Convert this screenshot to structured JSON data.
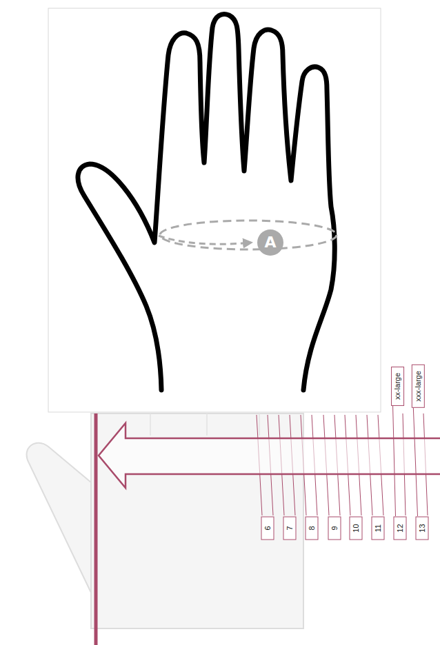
{
  "diagram": {
    "nodes": [
      {
        "text": [
          "A"
        ]
      },
      {
        "text": [
          "xx-large"
        ]
      },
      {
        "text": [
          "xxx-large"
        ]
      },
      {
        "text": [
          "6"
        ]
      },
      {
        "text": [
          "7"
        ]
      },
      {
        "text": [
          "8"
        ]
      },
      {
        "text": [
          "9"
        ]
      },
      {
        "text": [
          "10"
        ]
      },
      {
        "text": [
          "11"
        ]
      },
      {
        "text": [
          "12"
        ]
      },
      {
        "text": [
          "13"
        ]
      }
    ],
    "edges": [
      {
        "from": 9,
        "to": 1,
        "arrow": "none"
      },
      {
        "from": 10,
        "to": 2,
        "arrow": "none"
      }
    ]
  }
}
